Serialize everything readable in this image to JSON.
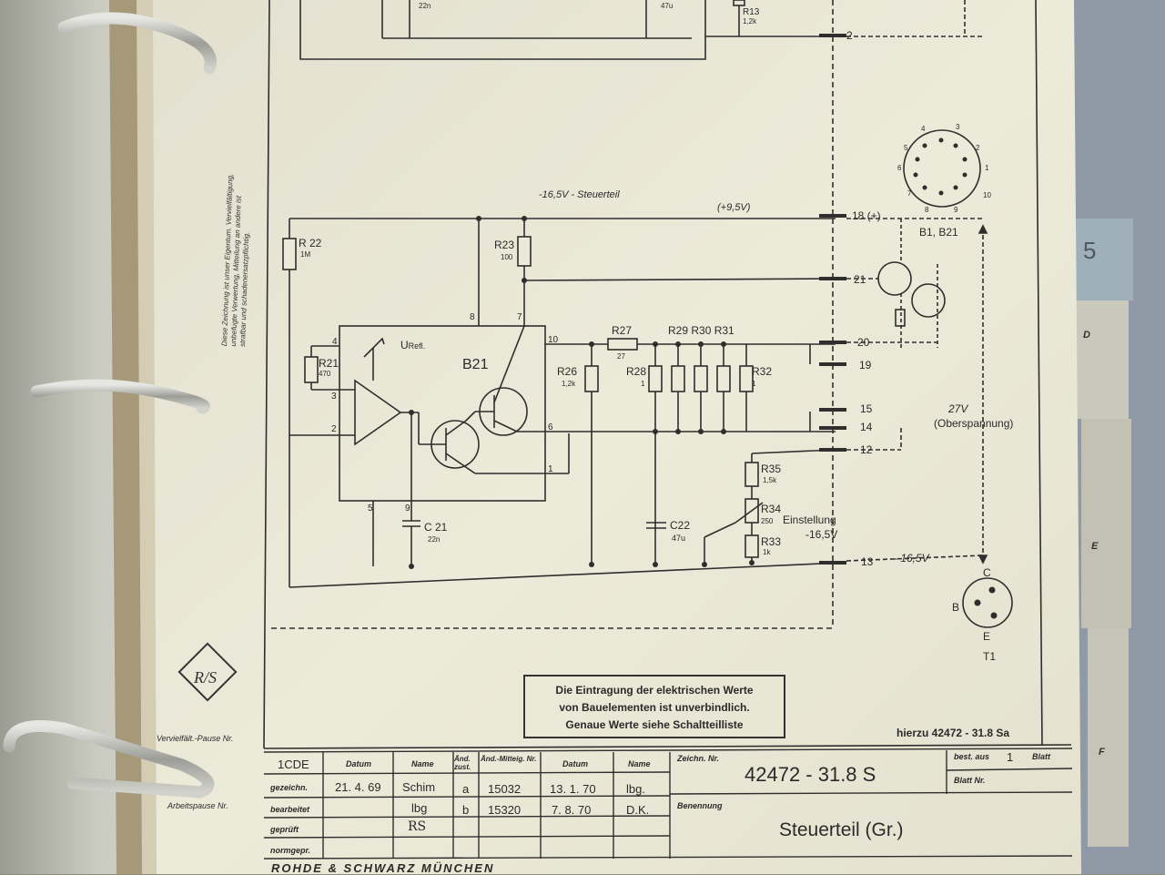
{
  "colors": {
    "paper": "#e9e6d7",
    "ink": "#2e2e2e",
    "binder_ring": "#b8b8b2",
    "background": "#8e8b76"
  },
  "icons": {
    "logo": "rohde-schwarz-logo-icon",
    "connector": "socket-pin-icon"
  },
  "legal_notice": [
    "Diese Zeichnung ist unser Eigentum. Vervielfältigung,",
    "unbefugte Verwertung, Mitteilung an andere ist",
    "strafbar und schadenersatzpflichtig."
  ],
  "margin": {
    "copy_pause": "Vervielfält.-Pause Nr.",
    "work_pause": "Arbeitspause Nr.",
    "tab_digit": "5",
    "tab_letters": [
      "D",
      "E",
      "F"
    ]
  },
  "schematic": {
    "top_labels": {
      "c_top": "22n",
      "c_top2": "47u",
      "r13": "R13",
      "r13_val": "1,2k",
      "pin2": "2"
    },
    "supply_label": "-16,5V - Steuerteil",
    "plus_label": "(+9,5V)",
    "pins": [
      "18 (+)",
      "21",
      "20",
      "19",
      "15",
      "14",
      "12",
      "13",
      "2"
    ],
    "components": {
      "r22": "R 22",
      "r22_val": "1M",
      "r23": "R23",
      "r23_val": "100",
      "r21": "R21",
      "r21_val": "470",
      "b21": "B21",
      "uref": "U",
      "uref_sub": "Refl.",
      "r26": "R26",
      "r26_val": "1,2k",
      "r27": "R27",
      "r27_val": "27",
      "r28": "R28",
      "r28_val": "1",
      "r29_31": "R29 R30 R31",
      "r32": "R32",
      "r32_val": "1",
      "r35": "R35",
      "r35_val": "1,5k",
      "r34": "R34",
      "r34_val": "250",
      "r33": "R33",
      "r33_val": "1k",
      "c21": "C 21",
      "c21_val": "22n",
      "c22": "C22",
      "c22_val": "47u",
      "einstellung": "Einstellung",
      "einst_val": "-16,5V",
      "minus_label": "- 16,5V",
      "ic_pins": [
        "8",
        "7",
        "4",
        "3",
        "2",
        "5",
        "9",
        "10",
        "6",
        "1"
      ]
    },
    "right": {
      "b1b21": "B1, B21",
      "v27": "27V",
      "oberspannung": "(Oberspannung)",
      "socket_pins": [
        "4",
        "3",
        "5",
        "2",
        "6",
        "1",
        "7",
        "10",
        "8",
        "9"
      ],
      "t1": "T1",
      "b": "B",
      "c": "C",
      "e": "E"
    }
  },
  "notice": [
    "Die Eintragung der elektrischen Werte",
    "von Bauelementen ist unverbindlich.",
    "Genaue Werte siehe Schaltteilliste"
  ],
  "reference": "hierzu 42472 - 31.8 Sa",
  "title_block": {
    "code": "1CDE",
    "headers": [
      "Datum",
      "Name",
      "Änd. zust.",
      "Änd.-Mitteig. Nr.",
      "Datum",
      "Name"
    ],
    "rows": [
      {
        "label": "gezeichn.",
        "date": "21. 4. 69",
        "name": "Schim",
        "chg": "a",
        "num": "15032",
        "date2": "13. 1. 70",
        "name2": "lbg."
      },
      {
        "label": "bearbeitet",
        "date": "",
        "name": "lbg",
        "chg": "b",
        "num": "15320",
        "date2": "7. 8. 70",
        "name2": "D.K."
      },
      {
        "label": "geprüft",
        "date": "",
        "name": "RS",
        "chg": "",
        "num": "",
        "date2": "",
        "name2": ""
      },
      {
        "label": "normgepr.",
        "date": "",
        "name": "",
        "chg": "",
        "num": "",
        "date2": "",
        "name2": ""
      }
    ],
    "drawing_no_label": "Zeichn. Nr.",
    "drawing_no": "42472 - 31.8  S",
    "sheets_label": "best. aus",
    "sheets_value": "1",
    "sheet_label": "Blatt",
    "sheet_no_label": "Blatt Nr.",
    "name_label": "Benennung",
    "name": "Steuerteil (Gr.)",
    "company": "ROHDE & SCHWARZ MÜNCHEN"
  }
}
